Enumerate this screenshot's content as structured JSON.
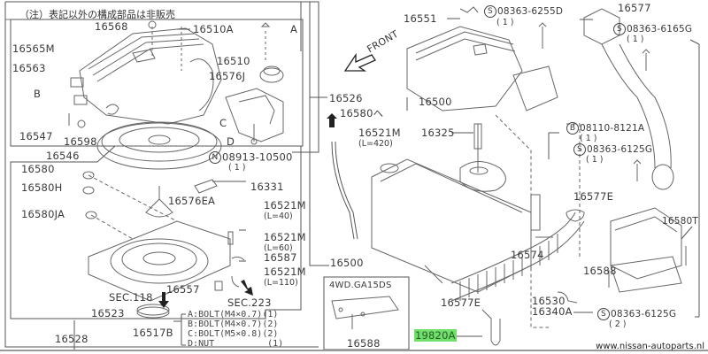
{
  "diagram": {
    "title_note": "（注）表記以外の構成部品は非販売",
    "direction_label": "FRONT",
    "website": "www.nissan-autoparts.nl",
    "highlight_color": "#6fe06a",
    "variant_box_title": "4WD.GA15DS",
    "left_panel_parts": {
      "p16568": "16568",
      "p16510A": "16510A",
      "pA": "A",
      "p16565M": "16565M",
      "p16563": "16563",
      "p16510": "16510",
      "p16576J": "16576J",
      "pB": "B",
      "p16547": "16547",
      "p16598": "16598",
      "pC": "C",
      "pD": "D",
      "p16546": "16546",
      "nut_part": "08913-10500",
      "nut_symbol": "N",
      "nut_qty": "( 1 )",
      "p16580": "16580",
      "p16580H": "16580H",
      "p16580JA": "16580JA",
      "p16576EA": "16576EA",
      "p16331": "16331",
      "hose40_part": "16521M",
      "hose40_len": "(L=40)",
      "hose60_part": "16521M",
      "hose60_len": "(L=60)",
      "p16587": "16587",
      "hose110_part": "16521M",
      "hose110_len": "(L=110)",
      "p16557": "16557",
      "sec118": "SEC.118",
      "sec223": "SEC.223",
      "p16523": "16523",
      "p16528": "16528",
      "p16517B": "16517B"
    },
    "bolt_table": [
      {
        "key": "A",
        "desc": "BOLT(M4×0.7)",
        "qty": "(1)"
      },
      {
        "key": "B",
        "desc": "BOLT(M4×0.7)",
        "qty": "(2)"
      },
      {
        "key": "C",
        "desc": "BOLT(M5×0.8)",
        "qty": "(2)"
      },
      {
        "key": "D",
        "desc": "NUT",
        "qty": "(1)"
      }
    ],
    "middle_parts": {
      "p16526": "16526",
      "p16580to": "16580へ",
      "hose420_part": "16521M",
      "hose420_len": "(L=420)",
      "p16500_left": "16500"
    },
    "right_parts": {
      "p16551": "16551",
      "bolt6255D": "08363-6255D",
      "bolt6255D_symbol": "S",
      "bolt6255D_qty": "( 1 )",
      "p16577": "16577",
      "bolt6165G": "08363-6165G",
      "bolt6165G_symbol": "S",
      "bolt6165G_qty": "( 1 )",
      "p16500": "16500",
      "p16325": "16325",
      "bolt8121A": "08110-8121A",
      "bolt8121A_symbol": "B",
      "bolt8121A_qty": "( 1 )",
      "bolt6125G_top": "08363-6125G",
      "bolt6125G_top_symbol": "S",
      "bolt6125G_top_qty": "( 1 )",
      "p16577E_top": "16577E",
      "p16580T": "16580T",
      "p16574": "16574",
      "p16588_right": "16588",
      "p16577E_bottom": "16577E",
      "p16530": "16530",
      "p16340A": "16340A",
      "bolt6125G_bottom": "08363-6125G",
      "bolt6125G_bottom_symbol": "S",
      "bolt6125G_bottom_qty": "( 2 )",
      "p19820A": "19820A",
      "p16588_box": "16588"
    }
  }
}
